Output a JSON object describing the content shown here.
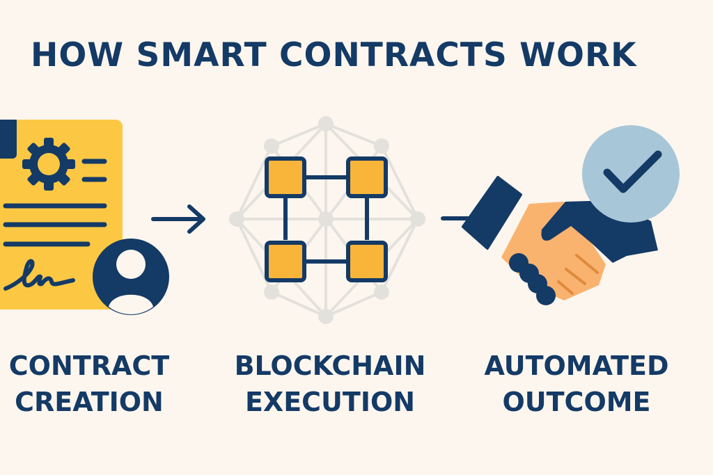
{
  "title": "HOW SMART CONTRACTS WORK",
  "steps": [
    {
      "line1": "CONTRACT",
      "line2": "CREATION",
      "icon": "contract-document-icon"
    },
    {
      "line1": "BLOCKCHAIN",
      "line2": "EXECUTION",
      "icon": "blockchain-network-icon"
    },
    {
      "line1": "AUTOMATED",
      "line2": "OUTCOME",
      "icon": "handshake-check-icon"
    }
  ],
  "colors": {
    "navy": "#143a66",
    "yellow": "#fcc844",
    "orange": "#f9b53a",
    "skin": "#f9b36e",
    "check_circle": "#a7c7d9",
    "background": "#fdf6ee",
    "network_gray": "#e3e1dc"
  }
}
